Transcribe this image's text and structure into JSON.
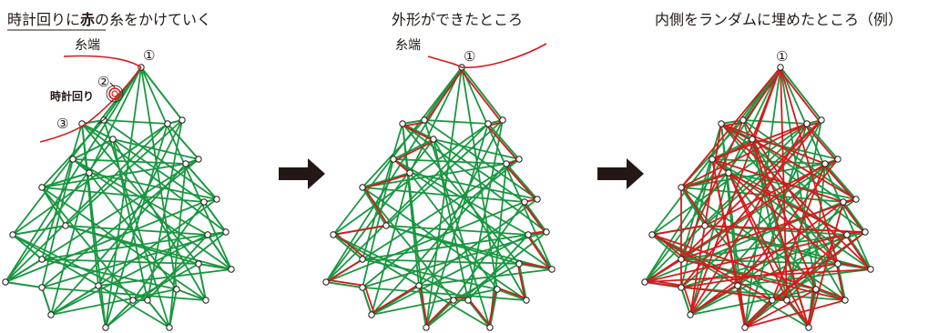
{
  "headings": {
    "panel1_prefix": "時計回りに",
    "panel1_bold": "赤",
    "panel1_suffix": "の糸をかけていく",
    "panel2": "外形ができたところ",
    "panel3": "内側をランダムに埋めたところ（例）"
  },
  "labels": {
    "thread_end": "糸端",
    "clockwise": "時計回り",
    "step1": "①",
    "step2": "②",
    "step3": "③"
  },
  "colors": {
    "green_thread": "#1a9641",
    "red_thread": "#d7191c",
    "pin_fill": "#ffffff",
    "pin_stroke": "#231815",
    "arrow": "#231815",
    "text": "#231815"
  },
  "icons": {
    "arrow1": "right-arrow-icon",
    "arrow2": "right-arrow-icon"
  }
}
